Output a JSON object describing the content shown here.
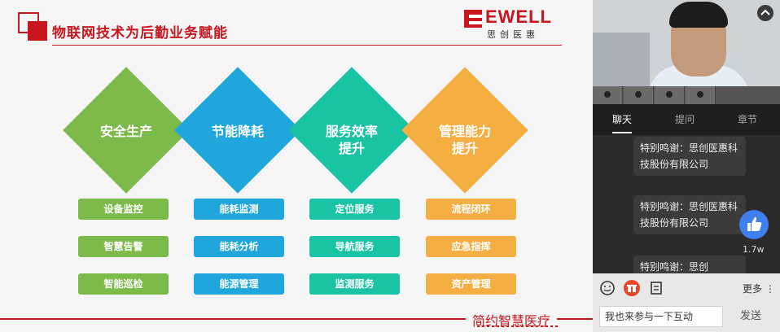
{
  "slide": {
    "title": "物联网技术为后勤业务赋能",
    "logo_text": "EWELL",
    "logo_sub": "思创医惠",
    "footer_brand": "简约智慧医疗",
    "colors": {
      "accent": "#c9151e",
      "green": "#7cba4a",
      "blue": "#1fa6dd",
      "teal": "#19c3a4",
      "orange": "#f4ae42"
    },
    "pillars": [
      {
        "title_line1": "安全生产",
        "title_line2": "",
        "items": [
          "设备监控",
          "智慧告警",
          "智能巡检"
        ]
      },
      {
        "title_line1": "节能降耗",
        "title_line2": "",
        "items": [
          "能耗监测",
          "能耗分析",
          "能源管理"
        ]
      },
      {
        "title_line1": "服务效率",
        "title_line2": "提升",
        "items": [
          "定位服务",
          "导航服务",
          "监测服务"
        ]
      },
      {
        "title_line1": "管理能力",
        "title_line2": "提升",
        "items": [
          "流程闭环",
          "应急指挥",
          "资产管理"
        ]
      }
    ]
  },
  "panel": {
    "tabs": [
      {
        "label": "聊天"
      },
      {
        "label": "提问"
      },
      {
        "label": "章节"
      }
    ],
    "messages": [
      {
        "text": "特别鸣谢：思创医惠科技股份有限公司"
      },
      {
        "text": "特别鸣谢：思创医惠科技股份有限公司"
      },
      {
        "text": "特别鸣谢：思创"
      }
    ],
    "like_count": "1.7w",
    "more_label": "更多",
    "input_placeholder": "我也来参与一下互动",
    "send_label": "发送",
    "icons": {
      "collapse": "chevron-up-icon",
      "emoji": "emoji-icon",
      "gift": "gift-icon",
      "notes": "notes-icon",
      "like": "thumbs-up-icon",
      "more": "more-icon"
    }
  }
}
